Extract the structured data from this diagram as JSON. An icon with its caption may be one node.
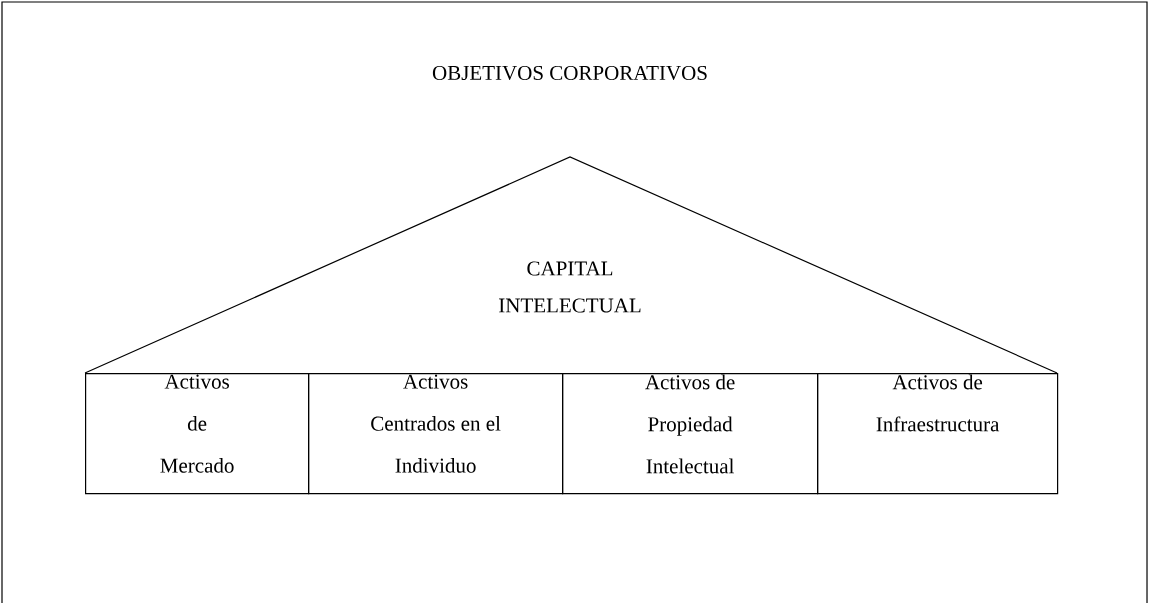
{
  "diagram": {
    "title": "OBJETIVOS CORPORATIVOS",
    "nodes": [
      {
        "text": [
          "CAPITAL INTELECTUAL"
        ]
      },
      {
        "text": [
          "Activos de Mercado"
        ]
      },
      {
        "text": [
          "Activos Centrados en el Individuo"
        ]
      },
      {
        "text": [
          "Activos de Propiedad Intelectual"
        ]
      },
      {
        "text": [
          "Activos de Infraestructura"
        ]
      }
    ]
  }
}
